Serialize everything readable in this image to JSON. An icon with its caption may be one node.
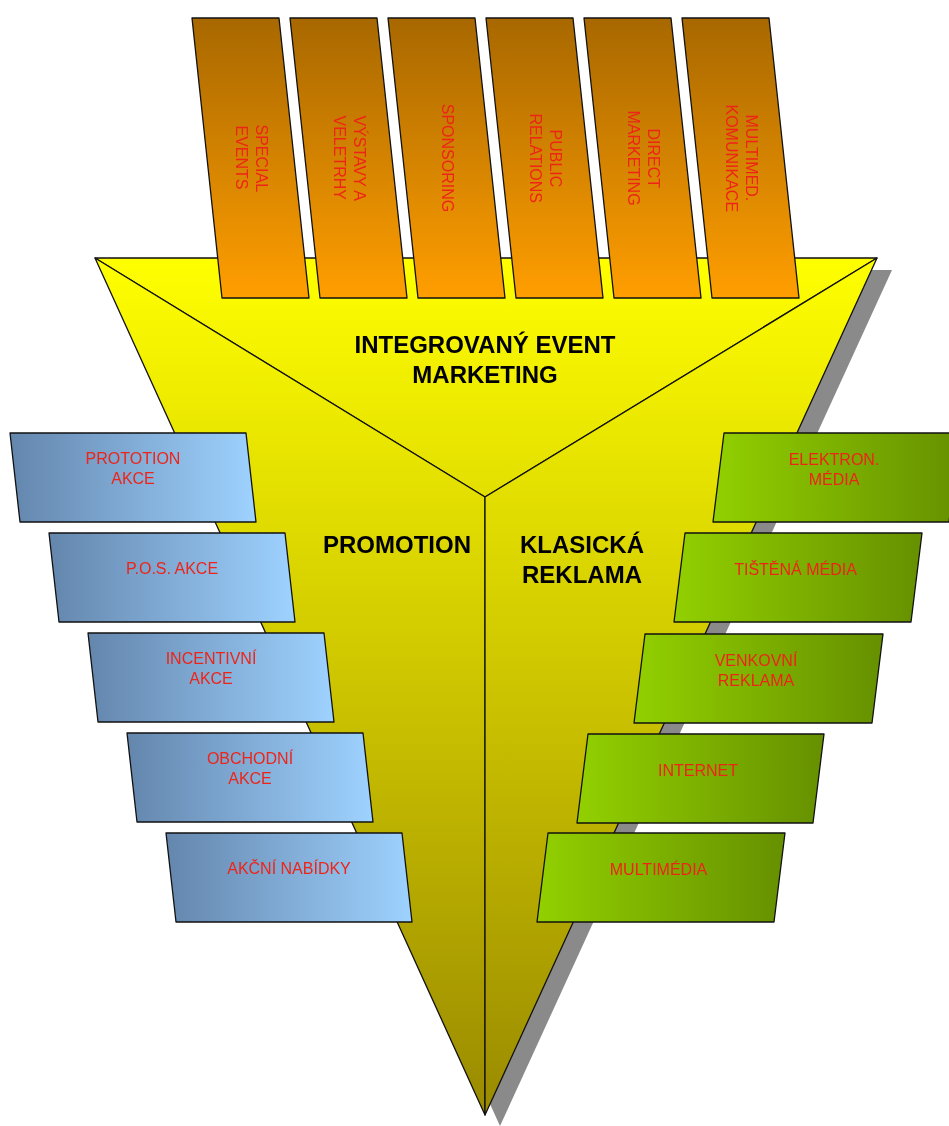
{
  "diagram": {
    "nodes": [
      {
        "text": [
          "SPECIAL EVENTS"
        ]
      },
      {
        "text": [
          "VÝSTAVY A VELETRHY"
        ]
      },
      {
        "text": [
          "SPONSORING"
        ]
      },
      {
        "text": [
          "PUBLIC RELATIONS"
        ]
      },
      {
        "text": [
          "DIRECT MARKETING"
        ]
      },
      {
        "text": [
          "MULTIMED. KOMUNIKACE"
        ]
      },
      {
        "text": [
          "INTEGROVANÝ EVENT MARKETING"
        ]
      },
      {
        "text": [
          "PROMOTION"
        ]
      },
      {
        "text": [
          "KLASICKÁ REKLAMA"
        ]
      },
      {
        "text": [
          "PROTOTION AKCE"
        ]
      },
      {
        "text": [
          "P.O.S. AKCE"
        ]
      },
      {
        "text": [
          "INCENTIVNÍ AKCE"
        ]
      },
      {
        "text": [
          "OBCHODNÍ AKCE"
        ]
      },
      {
        "text": [
          "AKČNÍ NABÍDKY"
        ]
      },
      {
        "text": [
          "ELEKTRON. MÉDIA"
        ]
      },
      {
        "text": [
          "TIŠTĚNÁ MÉDIA"
        ]
      },
      {
        "text": [
          "VENKOVNÍ REKLAMA"
        ]
      },
      {
        "text": [
          "INTERNET"
        ]
      },
      {
        "text": [
          "MULTIMÉDIA"
        ]
      }
    ]
  }
}
